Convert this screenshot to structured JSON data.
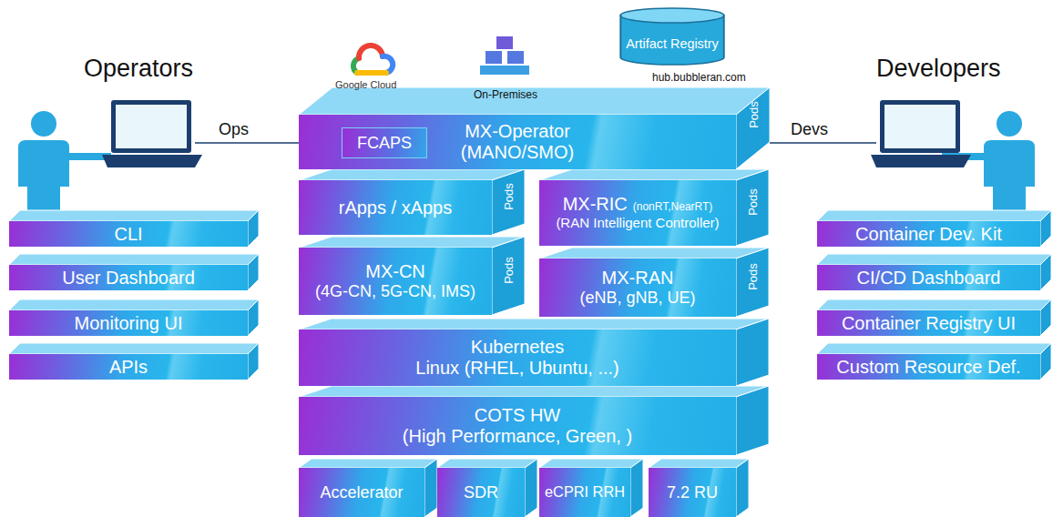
{
  "diagram": {
    "nodes": [
      {
        "text": [
          "Artifact Registry"
        ]
      },
      {
        "text": [
          "MX-Operator",
          "(MANO/SMO)",
          "Pods"
        ]
      },
      {
        "text": [
          "FCAPS"
        ],
        "in": 1
      },
      {
        "text": [
          "rApps / xApps",
          "Pods"
        ]
      },
      {
        "text": [
          "MX-RIC",
          "(nonRT,NearRT)",
          "(RAN Intelligent Controller)",
          "Pods"
        ]
      },
      {
        "text": [
          "MX-CN",
          "(4G-CN, 5G-CN, IMS)",
          "Pods"
        ]
      },
      {
        "text": [
          "MX-RAN",
          "(eNB, gNB, UE)",
          "Pods"
        ]
      },
      {
        "text": [
          "Kubernetes",
          "Linux (RHEL, Ubuntu, ...)"
        ]
      },
      {
        "text": [
          "COTS HW",
          "(High Performance, Green, )"
        ]
      },
      {
        "text": [
          "Accelerator"
        ]
      },
      {
        "text": [
          "SDR"
        ]
      },
      {
        "text": [
          "eCPRI RRH"
        ]
      },
      {
        "text": [
          "7.2 RU"
        ]
      },
      {
        "text": [
          "CLI"
        ]
      },
      {
        "text": [
          "User Dashboard"
        ]
      },
      {
        "text": [
          "Monitoring UI"
        ]
      },
      {
        "text": [
          "APIs"
        ]
      },
      {
        "text": [
          "Container Dev. Kit"
        ]
      },
      {
        "text": [
          "CI/CD Dashboard"
        ]
      },
      {
        "text": [
          "Container Registry UI"
        ]
      },
      {
        "text": [
          "Custom Resource Def."
        ]
      }
    ],
    "labels": [
      "Operators",
      "Developers",
      "Ops",
      "Devs",
      "Google Cloud",
      "On-Premises",
      "hub.bubbleran.com"
    ]
  }
}
